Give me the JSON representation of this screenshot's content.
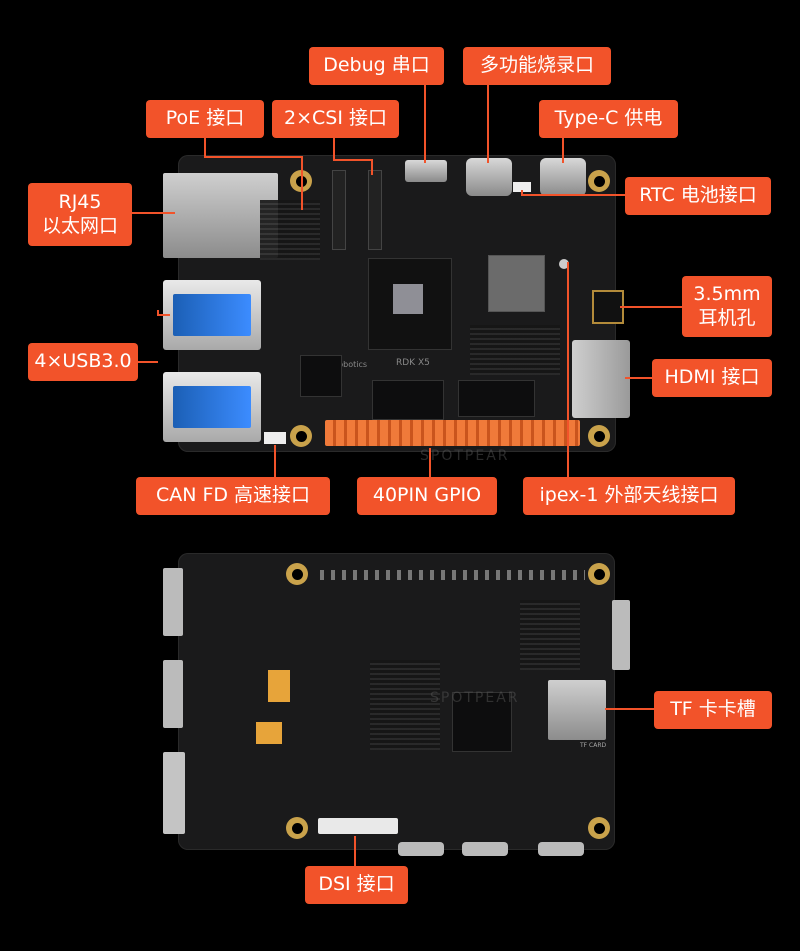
{
  "labels": {
    "debug": "Debug 串口",
    "burn": "多功能烧录口",
    "poe": "PoE 接口",
    "csi": "2×CSI 接口",
    "typec": "Type-C 供电",
    "rj45_line1": "RJ45",
    "rj45_line2": "以太网口",
    "rtc": "RTC 电池接口",
    "usb3": "4×USB3.0",
    "audio_line1": "3.5mm",
    "audio_line2": "耳机孔",
    "hdmi": "HDMI 接口",
    "canfd": "CAN FD 高速接口",
    "gpio": "40PIN GPIO",
    "ipex": "ipex-1 外部天线接口",
    "tf": "TF 卡卡槽",
    "dsi": "DSI 接口"
  },
  "board_text": {
    "soc_label": "RDK X5",
    "brand": "D-Robotics",
    "tf_silk": "TF CARD"
  },
  "colors": {
    "accent": "#f2532a",
    "board": "#1a1a1b",
    "background": "#000000"
  }
}
